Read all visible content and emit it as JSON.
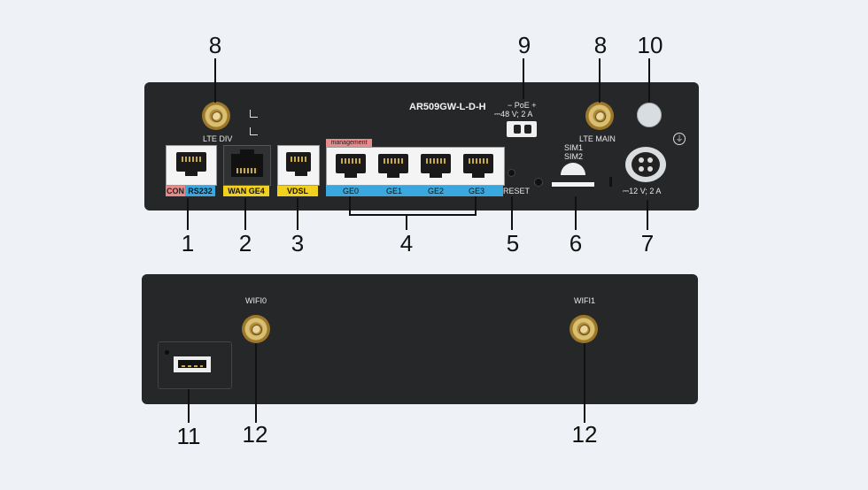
{
  "front": {
    "model": "AR509GW-L-D-H",
    "lte_div": "LTE DIV",
    "lte_main": "LTE MAIN",
    "con": "CON",
    "rs232": "RS232",
    "wan_ge4": "WAN GE4",
    "vdsl": "VDSL",
    "management": "management",
    "ge_ports": [
      "GE0",
      "GE1",
      "GE2",
      "GE3"
    ],
    "reset": "RESET",
    "poe_polarity": "− PoE +",
    "poe_rating": "⎓48 V; 2 A",
    "sim1": "SIM1",
    "sim2": "SIM2",
    "power_rating": "⎓12 V; 2 A"
  },
  "back": {
    "wifi0": "WIFI0",
    "wifi1": "WIFI1"
  },
  "callouts": {
    "c1": "1",
    "c2": "2",
    "c3": "3",
    "c4": "4",
    "c5": "5",
    "c6": "6",
    "c7": "7",
    "c8a": "8",
    "c8b": "8",
    "c9": "9",
    "c10": "10",
    "c11": "11",
    "c12a": "12",
    "c12b": "12"
  },
  "colors": {
    "con": "#e88a8a",
    "rs232": "#3aa8de",
    "wan": "#f2d11e",
    "vdsl": "#f2d11e",
    "ge": "#3aa8de",
    "management": "#e88a8a",
    "antenna_gold": "#c9a24a"
  }
}
